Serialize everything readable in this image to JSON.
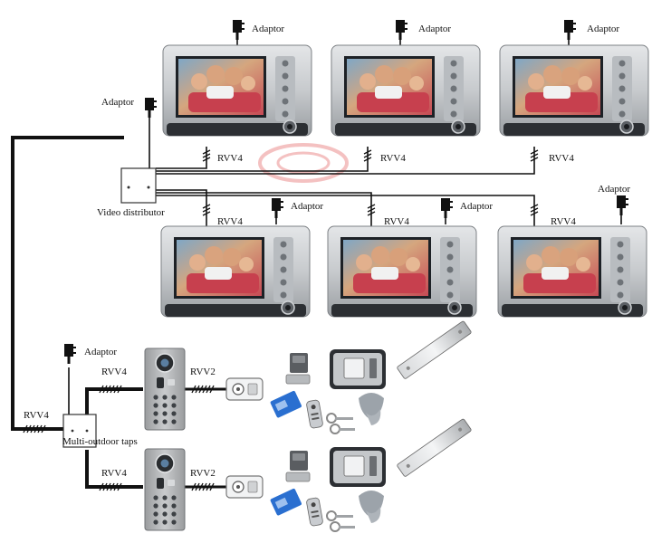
{
  "labels": {
    "adaptor": "Adaptor",
    "rvv4": "RVV4",
    "rvv2": "RVV2",
    "video_distributor": "Video distributor",
    "multi_outdoor_taps": "Multi-outdoor taps"
  },
  "colors": {
    "wire": "#111111",
    "monitor_frame": "#c9ccd0",
    "monitor_frame_dark": "#8d9196",
    "screen_bg": "#3b6a9a",
    "panel_metal": "#b7b9bb",
    "lock_blue": "#2a6fd0",
    "watermark": "#e04040"
  },
  "icons": {
    "adaptor": "power-adaptor-icon",
    "camera": "camera-lens-icon",
    "keypad": "keypad-icon",
    "exit_button": "exit-button-icon",
    "magnetic_lock": "magnetic-lock-icon",
    "rfid_lock": "rfid-lock-icon",
    "remote": "remote-control-icon",
    "card": "rfid-card-icon",
    "key_tag": "key-fob-icon",
    "bolt_lock": "electric-bolt-lock-icon"
  }
}
